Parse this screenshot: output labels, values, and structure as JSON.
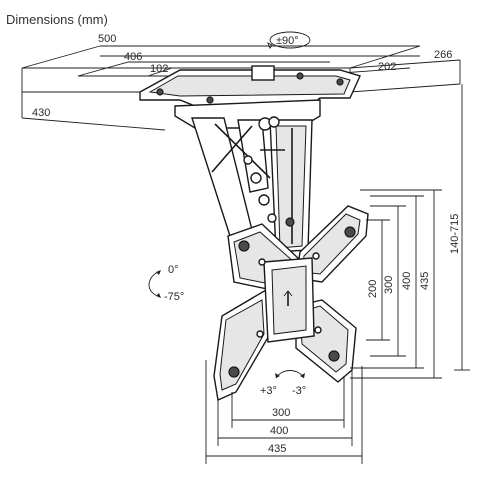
{
  "title": "Dimensions (mm)",
  "swivel": "±90°",
  "tilt": {
    "up": "0°",
    "down": "-75°"
  },
  "rotation": {
    "plus": "+3°",
    "minus": "-3°"
  },
  "top_plate": {
    "width": "500",
    "inner": "406",
    "center": "102",
    "depth": "266",
    "inner_depth": "202"
  },
  "side_left": "430",
  "height_range": "140-715",
  "vesa_vertical": {
    "v200": "200",
    "v300": "300",
    "v400": "400",
    "v435": "435"
  },
  "vesa_horizontal": {
    "h300": "300",
    "h400": "400",
    "h435": "435"
  }
}
